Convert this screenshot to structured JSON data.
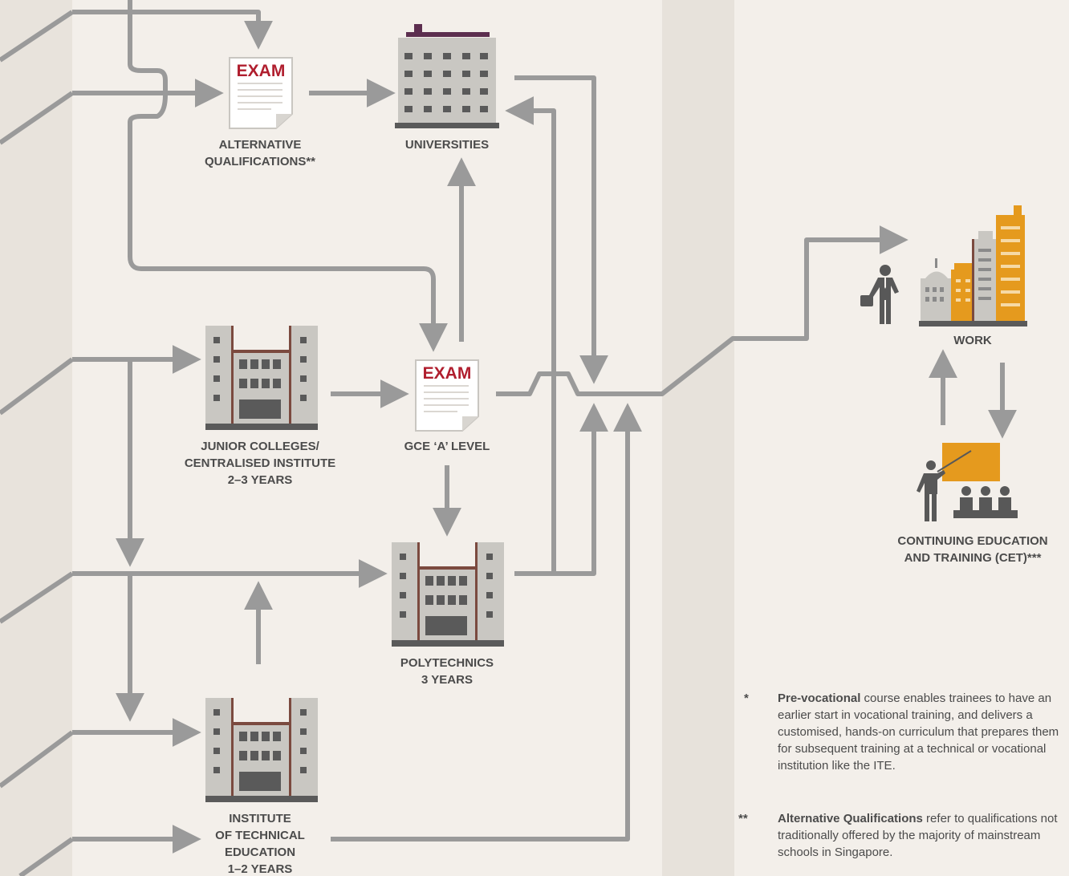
{
  "nodes": {
    "alternative_qualifications": {
      "label_line1": "ALTERNATIVE",
      "label_line2": "QUALIFICATIONS**",
      "icon_word": "EXAM"
    },
    "universities": {
      "label": "UNIVERSITIES"
    },
    "junior_colleges": {
      "label_line1": "JUNIOR COLLEGES/",
      "label_line2": "CENTRALISED INSTITUTE",
      "label_line3": "2–3 YEARS"
    },
    "gce_a_level": {
      "label": "GCE ‘A’ LEVEL",
      "icon_word": "EXAM"
    },
    "polytechnics": {
      "label_line1": "POLYTECHNICS",
      "label_line2": "3 YEARS"
    },
    "ite": {
      "label_line1": "INSTITUTE",
      "label_line2": "OF TECHNICAL",
      "label_line3": "EDUCATION",
      "label_line4": "1–2 YEARS"
    },
    "work": {
      "label": "WORK"
    },
    "cet": {
      "label_line1": "CONTINUING EDUCATION",
      "label_line2": "AND TRAINING (CET)***"
    }
  },
  "footnotes": [
    {
      "marker": "*",
      "term": "Pre-vocational",
      "text": " course enables trainees to have an earlier start in vocational training, and delivers a customised, hands-on curriculum that prepares them for subsequent training at a technical or vocational institution like the ITE."
    },
    {
      "marker": "**",
      "term": "Alternative Qualifications",
      "text": " refer to qualifications not traditionally offered by the majority of mainstream schools in Singapore."
    }
  ],
  "colors": {
    "background": "#f3efea",
    "left_band": "#e8e3dc",
    "right_band": "#e7e2db",
    "arrow": "#9a9a9a",
    "building": "#c9c7c2",
    "building_trim": "#7b4a3f",
    "university_roof": "#5c2e4f",
    "exam_red": "#b01e2e",
    "work_orange": "#e59a1e",
    "person": "#585858"
  }
}
